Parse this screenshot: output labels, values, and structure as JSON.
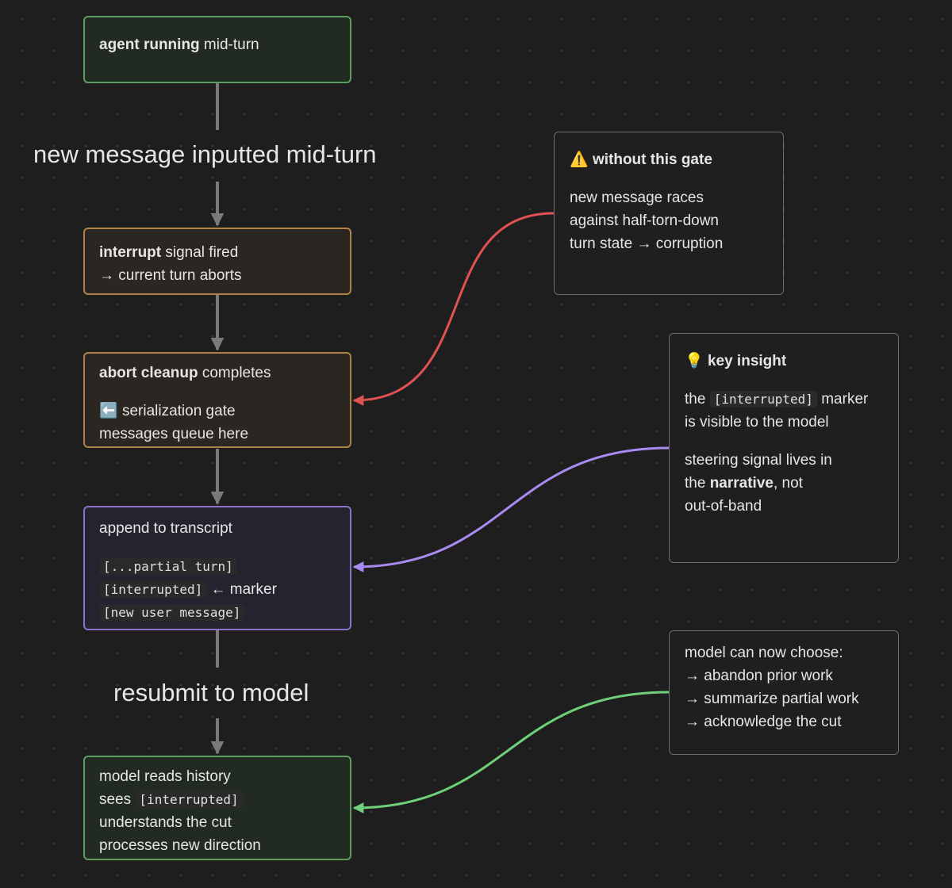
{
  "nodes": {
    "agent_running": {
      "bold": "agent running",
      "rest": " mid-turn"
    },
    "interrupt": {
      "bold": "interrupt",
      "rest": " signal fired",
      "line2": "→ current turn aborts"
    },
    "abort_cleanup": {
      "bold": "abort cleanup",
      "rest": " completes",
      "gate_icon": "⬅️",
      "gate_line": " serialization gate",
      "queue_line": "messages queue here"
    },
    "append": {
      "title": "append to transcript",
      "code1": "[...partial turn]",
      "code2": "[interrupted]",
      "marker": " ← marker",
      "code3": "[new user message]"
    },
    "model_reads": {
      "line1": "model reads history",
      "sees": "sees ",
      "code": "[interrupted]",
      "line3": "understands the cut",
      "line4": "processes new direction"
    }
  },
  "edge_labels": {
    "new_message": "new message inputted mid-turn",
    "resubmit": "resubmit to model"
  },
  "notes": {
    "without_gate": {
      "icon": "⚠️",
      "title": " without this gate",
      "line1": "new message races",
      "line2": "against half-torn-down",
      "line3": "turn state → corruption"
    },
    "key_insight": {
      "icon": "💡",
      "title": " key insight",
      "the": "the ",
      "code": "[interrupted]",
      "marker": " marker",
      "line2": "is visible to the model",
      "line3": "steering signal lives in",
      "the_pre": "the ",
      "narrative": "narrative",
      "not": ", not",
      "line5": "out-of-band"
    },
    "choices": {
      "line1": "model can now choose:",
      "line2": "→ abandon prior work",
      "line3": "→ summarize partial work",
      "line4": "→ acknowledge the cut"
    }
  },
  "colors": {
    "background": "#1e1e1e",
    "green": "#5d9e5f",
    "orange": "#b08245",
    "purple": "#8a73c8",
    "arrow_gray": "#7a7a7a",
    "red_connector": "#e05252",
    "purple_connector": "#a98af0",
    "green_connector": "#6fd07a"
  }
}
